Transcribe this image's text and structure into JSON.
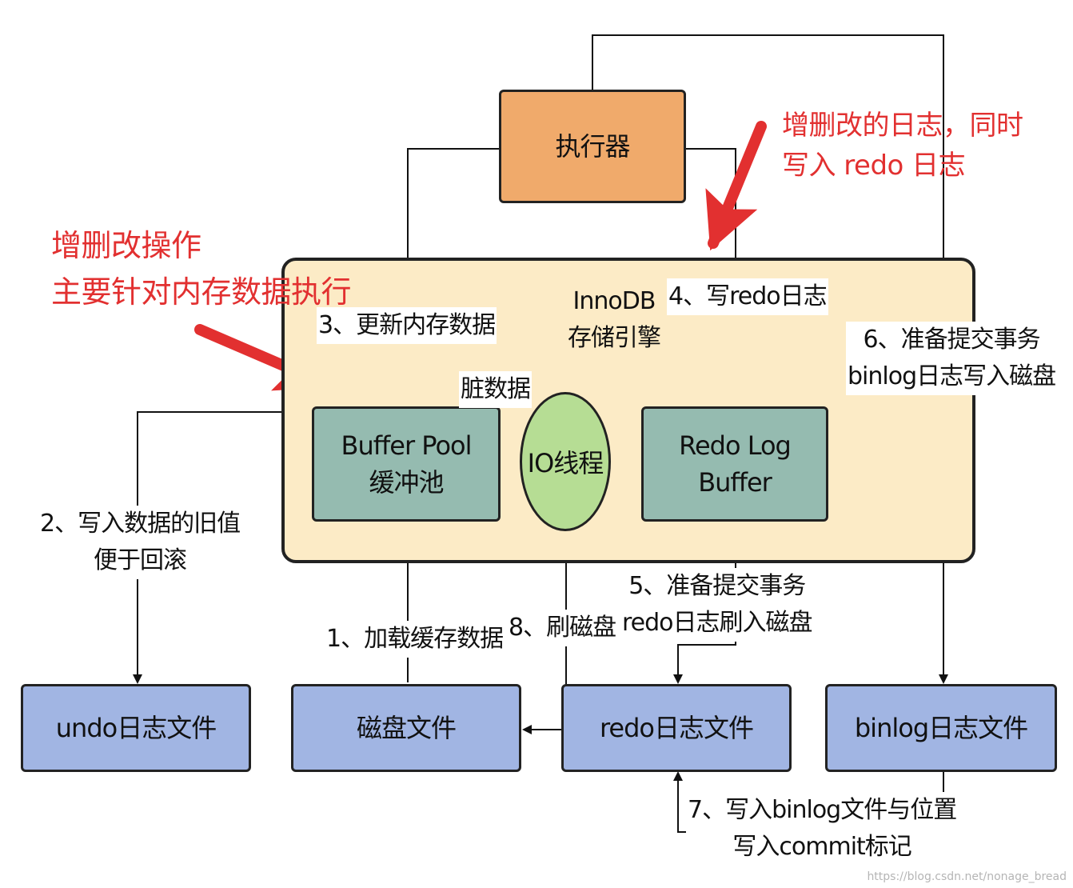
{
  "nodes": {
    "executor": "执行器",
    "innodb_title_line1": "InnoDB",
    "innodb_title_line2": "存储引擎",
    "buffer_pool_line1": "Buffer Pool",
    "buffer_pool_line2": "缓冲池",
    "io_thread": "IO线程",
    "redo_log_buffer_line1": "Redo Log",
    "redo_log_buffer_line2": "Buffer",
    "undo_file": "undo日志文件",
    "disk_file": "磁盘文件",
    "redo_file": "redo日志文件",
    "binlog_file": "binlog日志文件"
  },
  "edges": {
    "step1": "1、加载缓存数据",
    "step2_line1": "2、写入数据的旧值",
    "step2_line2": "便于回滚",
    "step3": "3、更新内存数据",
    "dirty_data": "脏数据",
    "step4": "4、写redo日志",
    "step5_line1": "5、准备提交事务",
    "step5_line2": "redo日志刷入磁盘",
    "step6_line1": "6、准备提交事务",
    "step6_line2": "binlog日志写入磁盘",
    "step7_line1": "7、写入binlog文件与位置",
    "step7_line2": "写入commit标记",
    "step8": "8、刷磁盘"
  },
  "annotations": {
    "left_line1": "增删改操作",
    "left_line2": "主要针对内存数据执行",
    "right_line1": "增删改的日志，同时",
    "right_line2": "写入 redo 日志"
  },
  "watermark": "https://blog.csdn.net/nonage_bread",
  "colors": {
    "executor": "#f0aa6b",
    "engine_bg": "#fcebc6",
    "buffer_boxes": "#95bbb0",
    "io_thread": "#b6dd94",
    "file_boxes": "#a1b5e3",
    "annotation_red": "#e23030"
  }
}
